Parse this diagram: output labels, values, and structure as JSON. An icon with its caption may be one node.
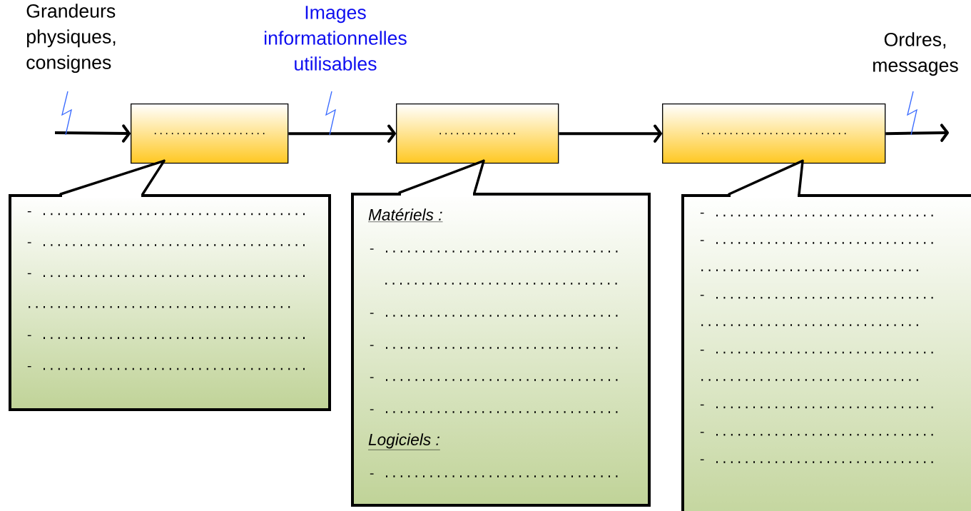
{
  "diagram": {
    "nodes": [
      {
        "text": [
          "...................."
        ]
      },
      {
        "text": [
          ".............."
        ]
      },
      {
        "text": [
          ".........................."
        ]
      },
      {
        "text": [
          "- ....................................",
          "- ....................................",
          "- ....................................",
          "....................................",
          "- ....................................",
          "- ...................................."
        ]
      },
      {
        "text": [
          "Matériels :",
          "- ................................",
          "................................",
          "- ................................",
          "- ................................",
          "- ................................",
          "- ................................",
          "Logiciels :",
          "- ................................"
        ]
      },
      {
        "text": [
          "- ..............................",
          "- ..............................",
          "..............................",
          "- ..............................",
          "..............................",
          "- ..............................",
          "..............................",
          "- ..............................",
          "- ..............................",
          "- .............................."
        ]
      }
    ],
    "edges": [
      {
        "from": null,
        "to": 0,
        "arrow": "to",
        "label": "Grandeurs physiques, consignes"
      },
      {
        "from": 0,
        "to": 1,
        "arrow": "to",
        "label": "Images informationnelles utilisables"
      },
      {
        "from": 1,
        "to": 2,
        "arrow": "to"
      },
      {
        "from": 2,
        "to": null,
        "arrow": "to",
        "label": "Ordres, messages"
      },
      {
        "from": 3,
        "to": 0,
        "arrow": "none"
      },
      {
        "from": 4,
        "to": 1,
        "arrow": "none"
      },
      {
        "from": 5,
        "to": 2,
        "arrow": "none"
      }
    ]
  }
}
